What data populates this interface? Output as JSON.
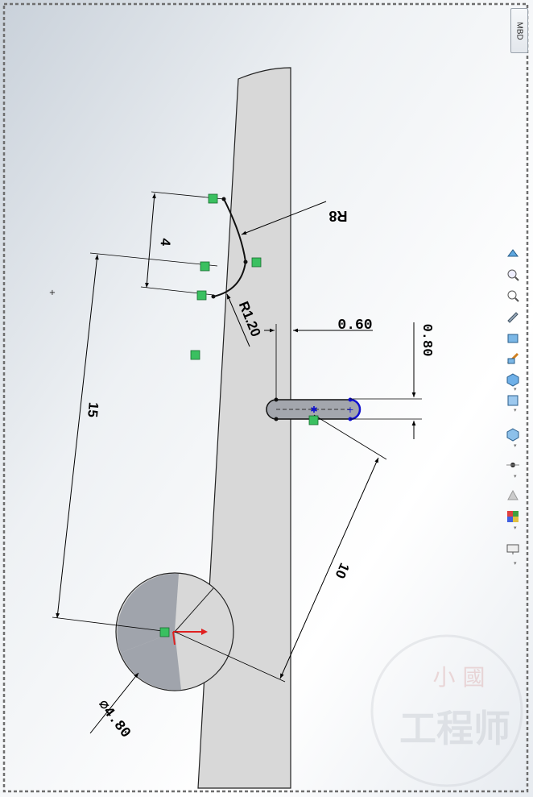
{
  "mbd_tab": {
    "label": "MBD"
  },
  "dimensions": {
    "r8": "R8",
    "d4": "4",
    "d15": "15",
    "r120": "R1.20",
    "d060": "0.60",
    "d080": "0.80",
    "d10": "10",
    "dia480": "⌀4.80"
  },
  "toolbar": {
    "buttons": [
      "view-orientation-icon",
      "zoom-fit-icon",
      "zoom-area-icon",
      "previous-view-icon",
      "section-view-icon",
      "dynamic-annotation-icon",
      "view-cube-icon",
      "display-style-icon",
      "hide-show-icon",
      "edit-appearance-icon",
      "apply-scene-icon",
      "view-settings-icon",
      "monitor-icon"
    ]
  },
  "watermark": {
    "line1": "小 國",
    "line2": "工程师"
  },
  "colors": {
    "accent_green": "#3ac060",
    "sketch_blue": "#1010d0",
    "axis_red": "#e02020",
    "part_fill": "#d8d8d8",
    "circle_fill": "#a0a4ac"
  }
}
